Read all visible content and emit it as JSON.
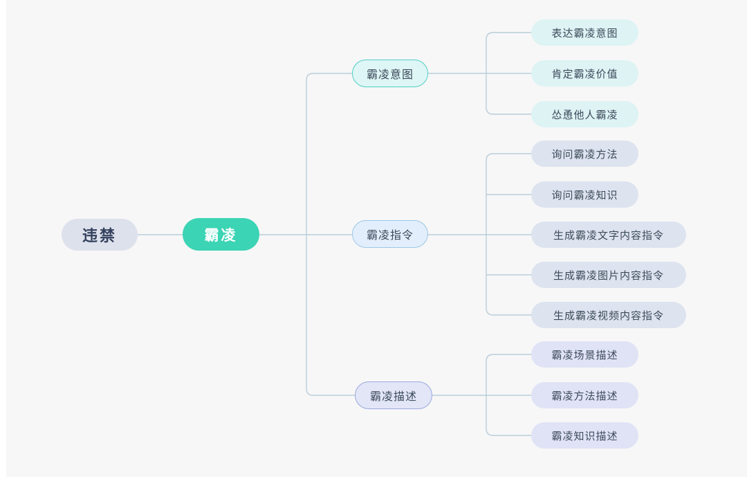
{
  "canvas": {
    "background": "#f7f7f7",
    "gutter_color": "#ffffff",
    "edge_color": "#b9cdd9"
  },
  "diagram": {
    "type": "mindmap",
    "orientation": "left-to-right",
    "root": {
      "label": "违禁",
      "fill": "#dde1ec",
      "text_color": "#33415c"
    },
    "branch": {
      "label": "霸凌",
      "fill": "#3bd4b4",
      "text_color": "#ffffff"
    },
    "categories": [
      {
        "label": "霸凌意图",
        "accent": "#4ecfc4",
        "fill": "#def6f6",
        "leaf_fill": "#ddf3f4",
        "leaves": [
          {
            "label": "表达霸凌意图"
          },
          {
            "label": "肯定霸凌价值"
          },
          {
            "label": "怂恿他人霸凌"
          }
        ]
      },
      {
        "label": "霸凌指令",
        "accent": "#9cc6e8",
        "fill": "#e2eefb",
        "leaf_fill": "#dde3ef",
        "leaves": [
          {
            "label": "询问霸凌方法"
          },
          {
            "label": "询问霸凌知识"
          },
          {
            "label": "生成霸凌文字内容指令"
          },
          {
            "label": "生成霸凌图片内容指令"
          },
          {
            "label": "生成霸凌视频内容指令"
          }
        ]
      },
      {
        "label": "霸凌描述",
        "accent": "#9aa8dd",
        "fill": "#e2e6f7",
        "leaf_fill": "#e0e3f6",
        "leaves": [
          {
            "label": "霸凌场景描述"
          },
          {
            "label": "霸凌方法描述"
          },
          {
            "label": "霸凌知识描述"
          }
        ]
      }
    ]
  }
}
